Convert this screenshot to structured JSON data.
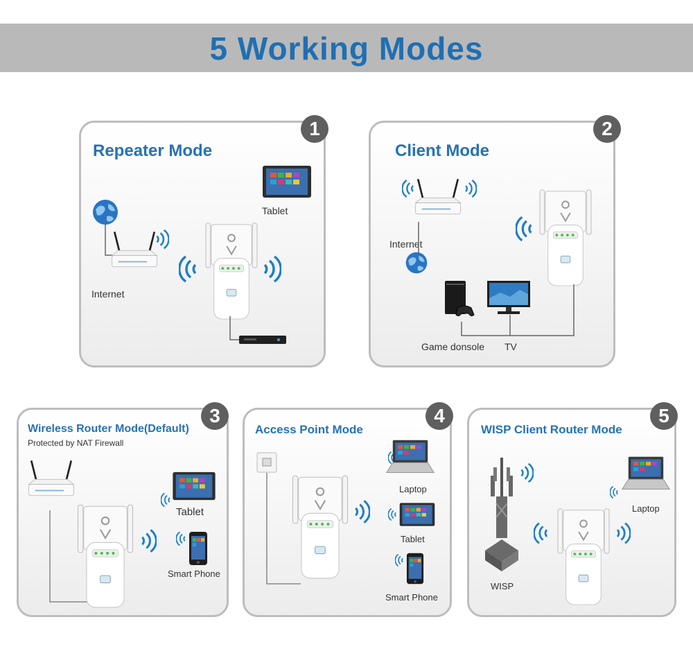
{
  "title": "5 Working Modes",
  "colors": {
    "title_blue": "#1f6fb3",
    "panel_title_blue": "#2672b4",
    "banner_gray": "#b9b9b9",
    "badge_gray": "#5f5f5f",
    "wave_blue": "#1f7fc4"
  },
  "modes": [
    {
      "number": "1",
      "title": "Repeater Mode",
      "labels": {
        "internet": "Internet",
        "tablet": "Tablet"
      },
      "icons": [
        "globe-icon",
        "router-icon",
        "tablet-icon",
        "repeater-icon",
        "set-top-box-icon"
      ]
    },
    {
      "number": "2",
      "title": "Client Mode",
      "labels": {
        "internet": "Internet",
        "game": "Game donsole",
        "tv": "TV"
      },
      "icons": [
        "router-icon",
        "globe-icon",
        "repeater-icon",
        "game-console-icon",
        "tv-icon"
      ]
    },
    {
      "number": "3",
      "title": "Wireless Router Mode(Default)",
      "subtitle": "Protected by NAT Firewall",
      "labels": {
        "tablet": "Tablet",
        "phone": "Smart Phone"
      },
      "icons": [
        "router-icon",
        "repeater-icon",
        "tablet-icon",
        "smartphone-icon"
      ]
    },
    {
      "number": "4",
      "title": "Access Point Mode",
      "labels": {
        "laptop": "Laptop",
        "tablet": "Tablet",
        "phone": "Smart Phone"
      },
      "icons": [
        "wall-socket-icon",
        "repeater-icon",
        "laptop-icon",
        "tablet-icon",
        "smartphone-icon"
      ]
    },
    {
      "number": "5",
      "title": "WISP Client Router Mode",
      "labels": {
        "wisp": "WISP",
        "laptop": "Laptop"
      },
      "icons": [
        "cell-tower-icon",
        "repeater-icon",
        "laptop-icon"
      ]
    }
  ]
}
